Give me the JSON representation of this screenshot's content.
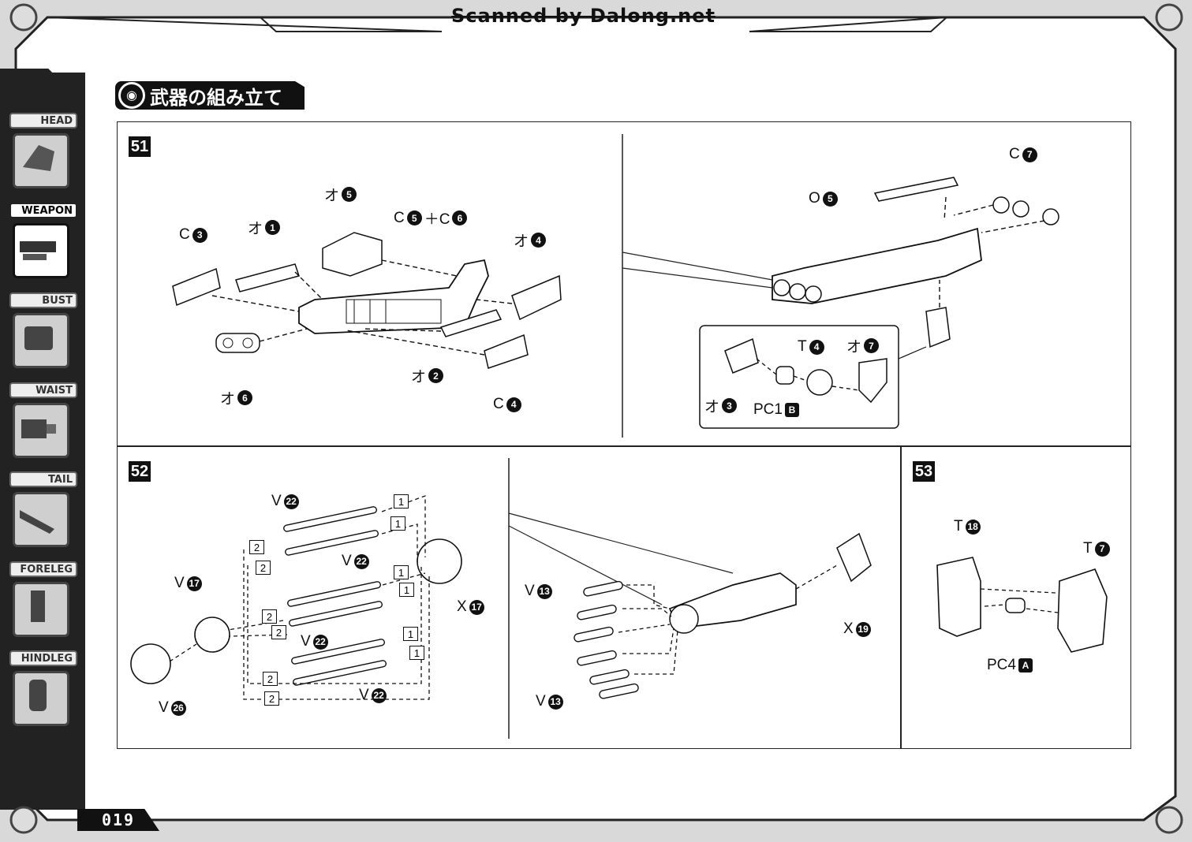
{
  "header": {
    "scan_credit": "Scanned by Dalong.net",
    "section_title": "武器の組み立て"
  },
  "sidebar": {
    "tabs": [
      {
        "label": "HEAD",
        "icon": "head-part-icon"
      },
      {
        "label": "WEAPON",
        "icon": "weapon-part-icon",
        "active": true
      },
      {
        "label": "BUST",
        "icon": "bust-part-icon"
      },
      {
        "label": "WAIST",
        "icon": "waist-part-icon"
      },
      {
        "label": "TAIL",
        "icon": "tail-part-icon"
      },
      {
        "label": "FORELEG",
        "icon": "foreleg-part-icon"
      },
      {
        "label": "HINDLEG",
        "icon": "hindleg-part-icon"
      }
    ]
  },
  "footer": {
    "page_number": "019"
  },
  "steps": {
    "s51": {
      "number": "51",
      "labels": {
        "c3": {
          "p": "C",
          "n": "3"
        },
        "o1": {
          "p": "オ",
          "n": "1"
        },
        "o5": {
          "p": "オ",
          "n": "5"
        },
        "c5c6": {
          "p": "C",
          "n": "5",
          "sep": "＋C",
          "n2": "6"
        },
        "o4": {
          "p": "オ",
          "n": "4"
        },
        "o6": {
          "p": "オ",
          "n": "6"
        },
        "o2": {
          "p": "オ",
          "n": "2"
        },
        "c4": {
          "p": "C",
          "n": "4"
        },
        "o5b": {
          "p": "O",
          "n": "5"
        },
        "c7": {
          "p": "C",
          "n": "7"
        },
        "t4": {
          "p": "T",
          "n": "4"
        },
        "o7": {
          "p": "オ",
          "n": "7"
        },
        "o3": {
          "p": "オ",
          "n": "3"
        },
        "pc1b": {
          "p": "PC1",
          "n": "B"
        }
      }
    },
    "s52": {
      "number": "52",
      "labels": {
        "v22a": {
          "p": "V",
          "n": "22"
        },
        "v22b": {
          "p": "V",
          "n": "22"
        },
        "v22c": {
          "p": "V",
          "n": "22"
        },
        "v22d": {
          "p": "V",
          "n": "22"
        },
        "v17": {
          "p": "V",
          "n": "17"
        },
        "x17": {
          "p": "X",
          "n": "17"
        },
        "v26": {
          "p": "V",
          "n": "26"
        },
        "v13a": {
          "p": "V",
          "n": "13"
        },
        "v13b": {
          "p": "V",
          "n": "13"
        },
        "x19": {
          "p": "X",
          "n": "19"
        }
      },
      "order_marks": [
        "1",
        "1",
        "2",
        "2",
        "1",
        "1",
        "2",
        "2",
        "1",
        "1",
        "2",
        "2"
      ]
    },
    "s53": {
      "number": "53",
      "labels": {
        "t18": {
          "p": "T",
          "n": "18"
        },
        "t7": {
          "p": "T",
          "n": "7"
        },
        "pc4a": {
          "p": "PC4",
          "n": "A"
        }
      }
    }
  }
}
